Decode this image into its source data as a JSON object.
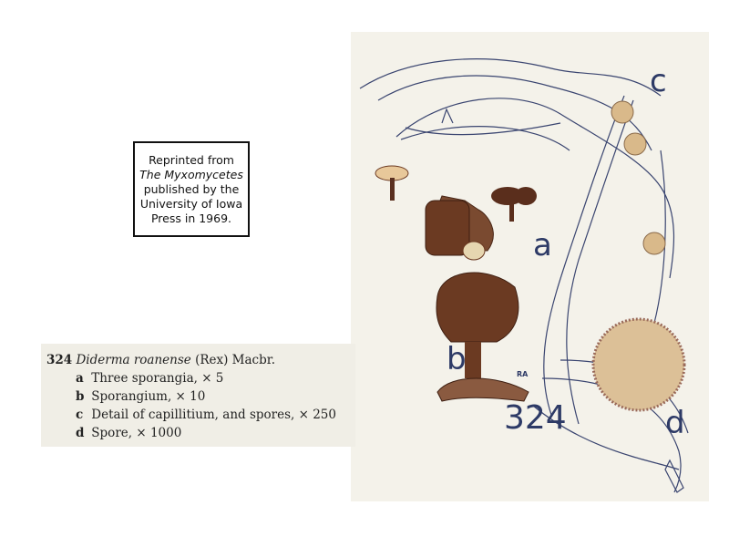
{
  "notice": {
    "line1": "Reprinted from",
    "line2": "The Myxomycetes",
    "line3": "published by the",
    "line4": "University of Iowa",
    "line5": "Press in 1969."
  },
  "caption": {
    "number": "324",
    "species": "Diderma roanense",
    "author": "(Rex) Macbr.",
    "items": [
      {
        "letter": "a",
        "text": "Three sporangia, × 5"
      },
      {
        "letter": "b",
        "text": "Sporangium, × 10"
      },
      {
        "letter": "c",
        "text": "Detail of capillitium, and spores, × 250"
      },
      {
        "letter": "d",
        "text": "Spore, × 1000"
      }
    ]
  },
  "plate": {
    "label_a": "a",
    "label_b": "b",
    "label_c": "c",
    "label_d": "d",
    "plate_number": "324",
    "artist_initials": "RA"
  },
  "colors": {
    "ink": "#2d3a66",
    "sporangium": "#6b3a22",
    "spore": "#d9b98a"
  }
}
